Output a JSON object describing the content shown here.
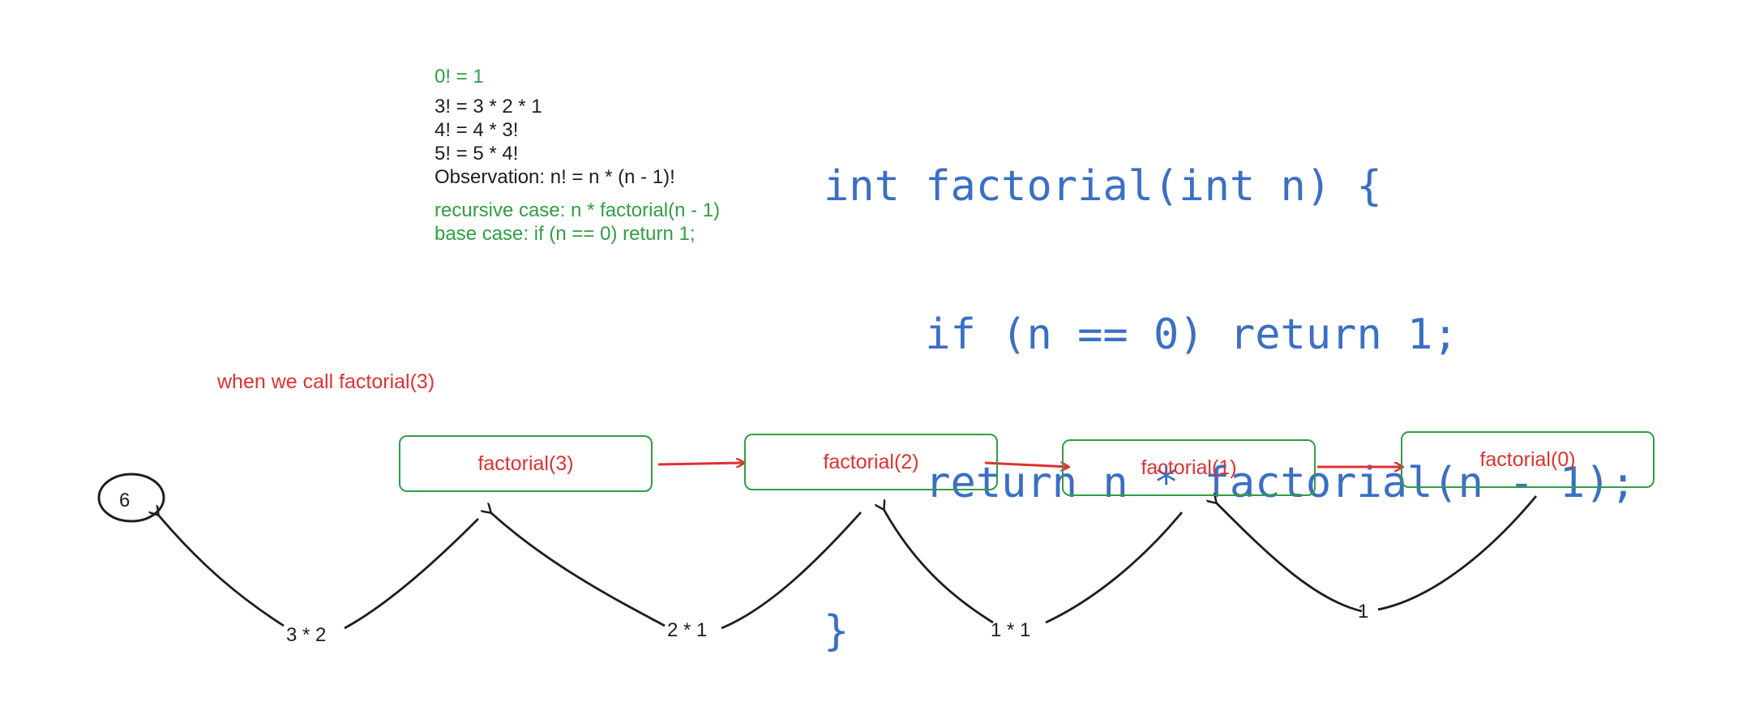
{
  "notes": {
    "base_identity": "0! = 1",
    "examples": [
      "3! = 3 * 2 * 1",
      "4! = 4 * 3!",
      "5! = 5 * 4!"
    ],
    "observation": "Observation: n! = n * (n - 1)!",
    "recursive_case": "recursive case: n * factorial(n - 1)",
    "base_case": "base case: if (n == 0) return 1;"
  },
  "code": {
    "lines": [
      "int factorial(int n) {",
      "    if (n == 0) return 1;",
      "    return n * factorial(n - 1);",
      "}"
    ]
  },
  "diagram": {
    "caption": "when we call factorial(3)",
    "calls": [
      "factorial(3)",
      "factorial(2)",
      "factorial(1)",
      "factorial(0)"
    ],
    "returns": [
      "3 * 2",
      "2 * 1",
      "1 * 1",
      "1"
    ],
    "final_result": "6"
  },
  "colors": {
    "note_green": "#2f9e44",
    "code_blue": "#3a6fc4",
    "call_red": "#e03131",
    "box_green": "#2f9e44",
    "ink": "#1e1e1e"
  }
}
